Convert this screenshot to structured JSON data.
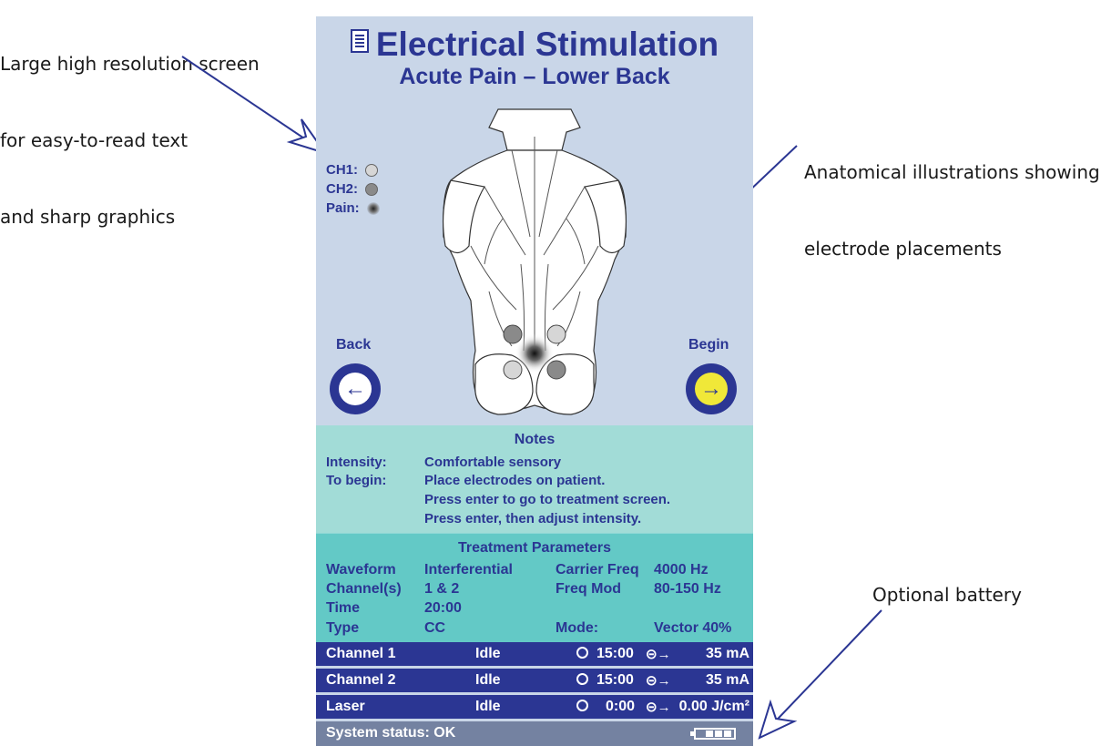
{
  "callouts": {
    "screen_line1": "Large high resolution screen",
    "screen_line2": "for easy-to-read text",
    "screen_line3": "and sharp graphics",
    "anatomy_line1": "Anatomical illustrations showing",
    "anatomy_line2": "electrode placements",
    "battery": "Optional battery"
  },
  "header": {
    "title": "Electrical Stimulation",
    "subtitle": "Acute Pain – Lower Back"
  },
  "legend": {
    "ch1": "CH1:",
    "ch2": "CH2:",
    "pain": "Pain:"
  },
  "nav": {
    "back_label": "Back",
    "begin_label": "Begin"
  },
  "notes": {
    "title": "Notes",
    "intensity_label": "Intensity:",
    "intensity_value": "Comfortable sensory",
    "begin_label": "To begin:",
    "step1": "Place electrodes on patient.",
    "step2": "Press enter to go to treatment screen.",
    "step3": "Press enter, then adjust intensity."
  },
  "params": {
    "title": "Treatment Parameters",
    "waveform_label": "Waveform",
    "waveform_value": "Interferential",
    "channels_label": "Channel(s)",
    "channels_value": "1 & 2",
    "time_label": "Time",
    "time_value": "20:00",
    "type_label": "Type",
    "type_value": "CC",
    "carrier_label": "Carrier Freq",
    "carrier_value": "4000 Hz",
    "freqmod_label": "Freq Mod",
    "freqmod_value": "80-150 Hz",
    "mode_label": "Mode:",
    "mode_value": "Vector 40%"
  },
  "channels": [
    {
      "name": "Channel 1",
      "state": "Idle",
      "time": "15:00",
      "output": "35 mA"
    },
    {
      "name": "Channel 2",
      "state": "Idle",
      "time": "15:00",
      "output": "35 mA"
    },
    {
      "name": "Laser",
      "state": "Idle",
      "time": "0:00",
      "output": "0.00 J/cm²"
    }
  ],
  "status": {
    "text": "System status:  OK",
    "battery_bars_filled": 3,
    "battery_bars_total": 4
  },
  "colors": {
    "screen_bg": "#c9d6e8",
    "accent": "#2b3693",
    "notes_bg": "#a2dcd7",
    "params_bg": "#63c9c6",
    "status_bg": "#7482a1",
    "begin_button_fill": "#f0e838"
  }
}
